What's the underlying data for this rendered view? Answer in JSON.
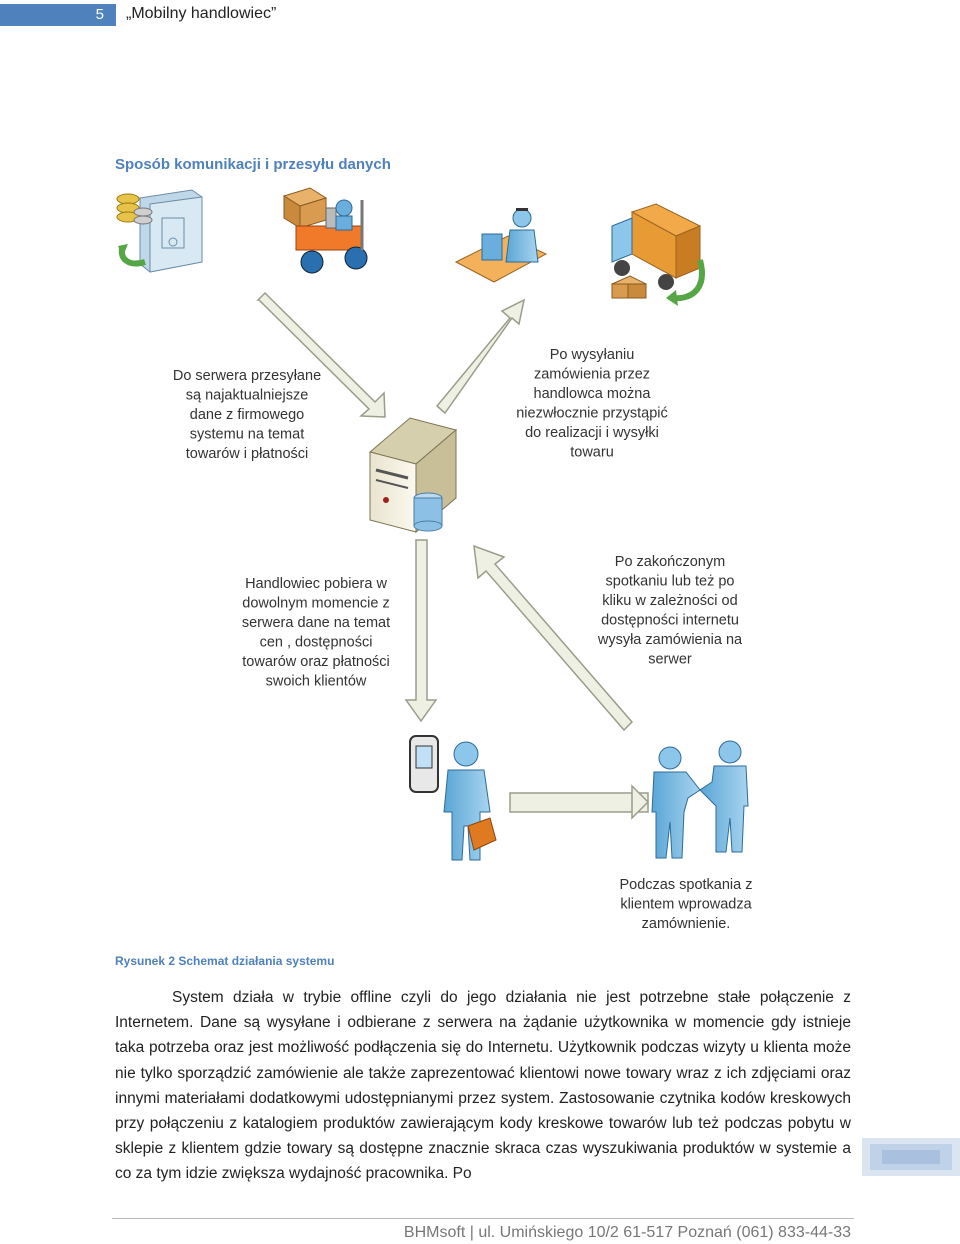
{
  "header": {
    "page_number": "5",
    "title": "„Mobilny handlowiec”"
  },
  "section_heading": "Sposób komunikacji i przesyłu danych",
  "diagram": {
    "label_server_sync": [
      "Do serwera przesyłane",
      "są najaktualniejsze",
      "dane z firmowego",
      "systemu na temat",
      "towarów i płatności"
    ],
    "label_after_send": [
      "Po wysyłaniu",
      "zamówienia przez",
      "handlowca można",
      "niezwłocznie przystąpić",
      "do realizacji i wysyłki",
      "towaru"
    ],
    "label_download": [
      "Handlowiec pobiera w",
      "dowolnym momencie z",
      "serwera dane na temat",
      "cen , dostępności",
      "towarów oraz płatności",
      "swoich klientów"
    ],
    "label_upload": [
      "Po zakończonym",
      "spotkaniu lub też po",
      "kliku w zależności od",
      "dostępności internetu",
      "wysyła zamówienia na",
      "serwer"
    ],
    "label_meeting": [
      "Podczas spotkania z",
      "klientem wprowadza",
      "zamównienie."
    ],
    "icons": [
      "safe-coins-icon",
      "forklift-icon",
      "office-worker-icon",
      "delivery-truck-icon",
      "server-icon",
      "salesman-pda-icon",
      "handshake-icon"
    ]
  },
  "caption": "Rysunek 2 Schemat działania systemu",
  "body_text": "System działa w trybie offline czyli do jego działania nie jest potrzebne stałe połączenie z Internetem. Dane są wysyłane i odbierane z serwera na żądanie użytkownika w momencie gdy istnieje taka potrzeba oraz jest możliwość podłączenia się do Internetu. Użytkownik podczas wizyty u klienta może nie tylko sporządzić zamówienie ale także zaprezentować klientowi nowe towary wraz z ich zdjęciami oraz innymi materiałami dodatkowymi udostępnianymi przez system. Zastosowanie czytnika kodów kreskowych przy połączeniu z katalogiem produktów zawierającym kody kreskowe towarów lub też podczas pobytu w sklepie z klientem gdzie towary są dostępne znacznie skraca czas wyszukiwania produktów w systemie a co za tym idzie zwiększa wydajność pracownika. Po",
  "footer": "BHMsoft | ul. Umińskiego 10/2 61-517 Poznań (061) 833-44-33",
  "colors": {
    "accent": "#4f81bd",
    "arrow_fill": "#eef0e4",
    "arrow_stroke": "#9c9c8a"
  }
}
